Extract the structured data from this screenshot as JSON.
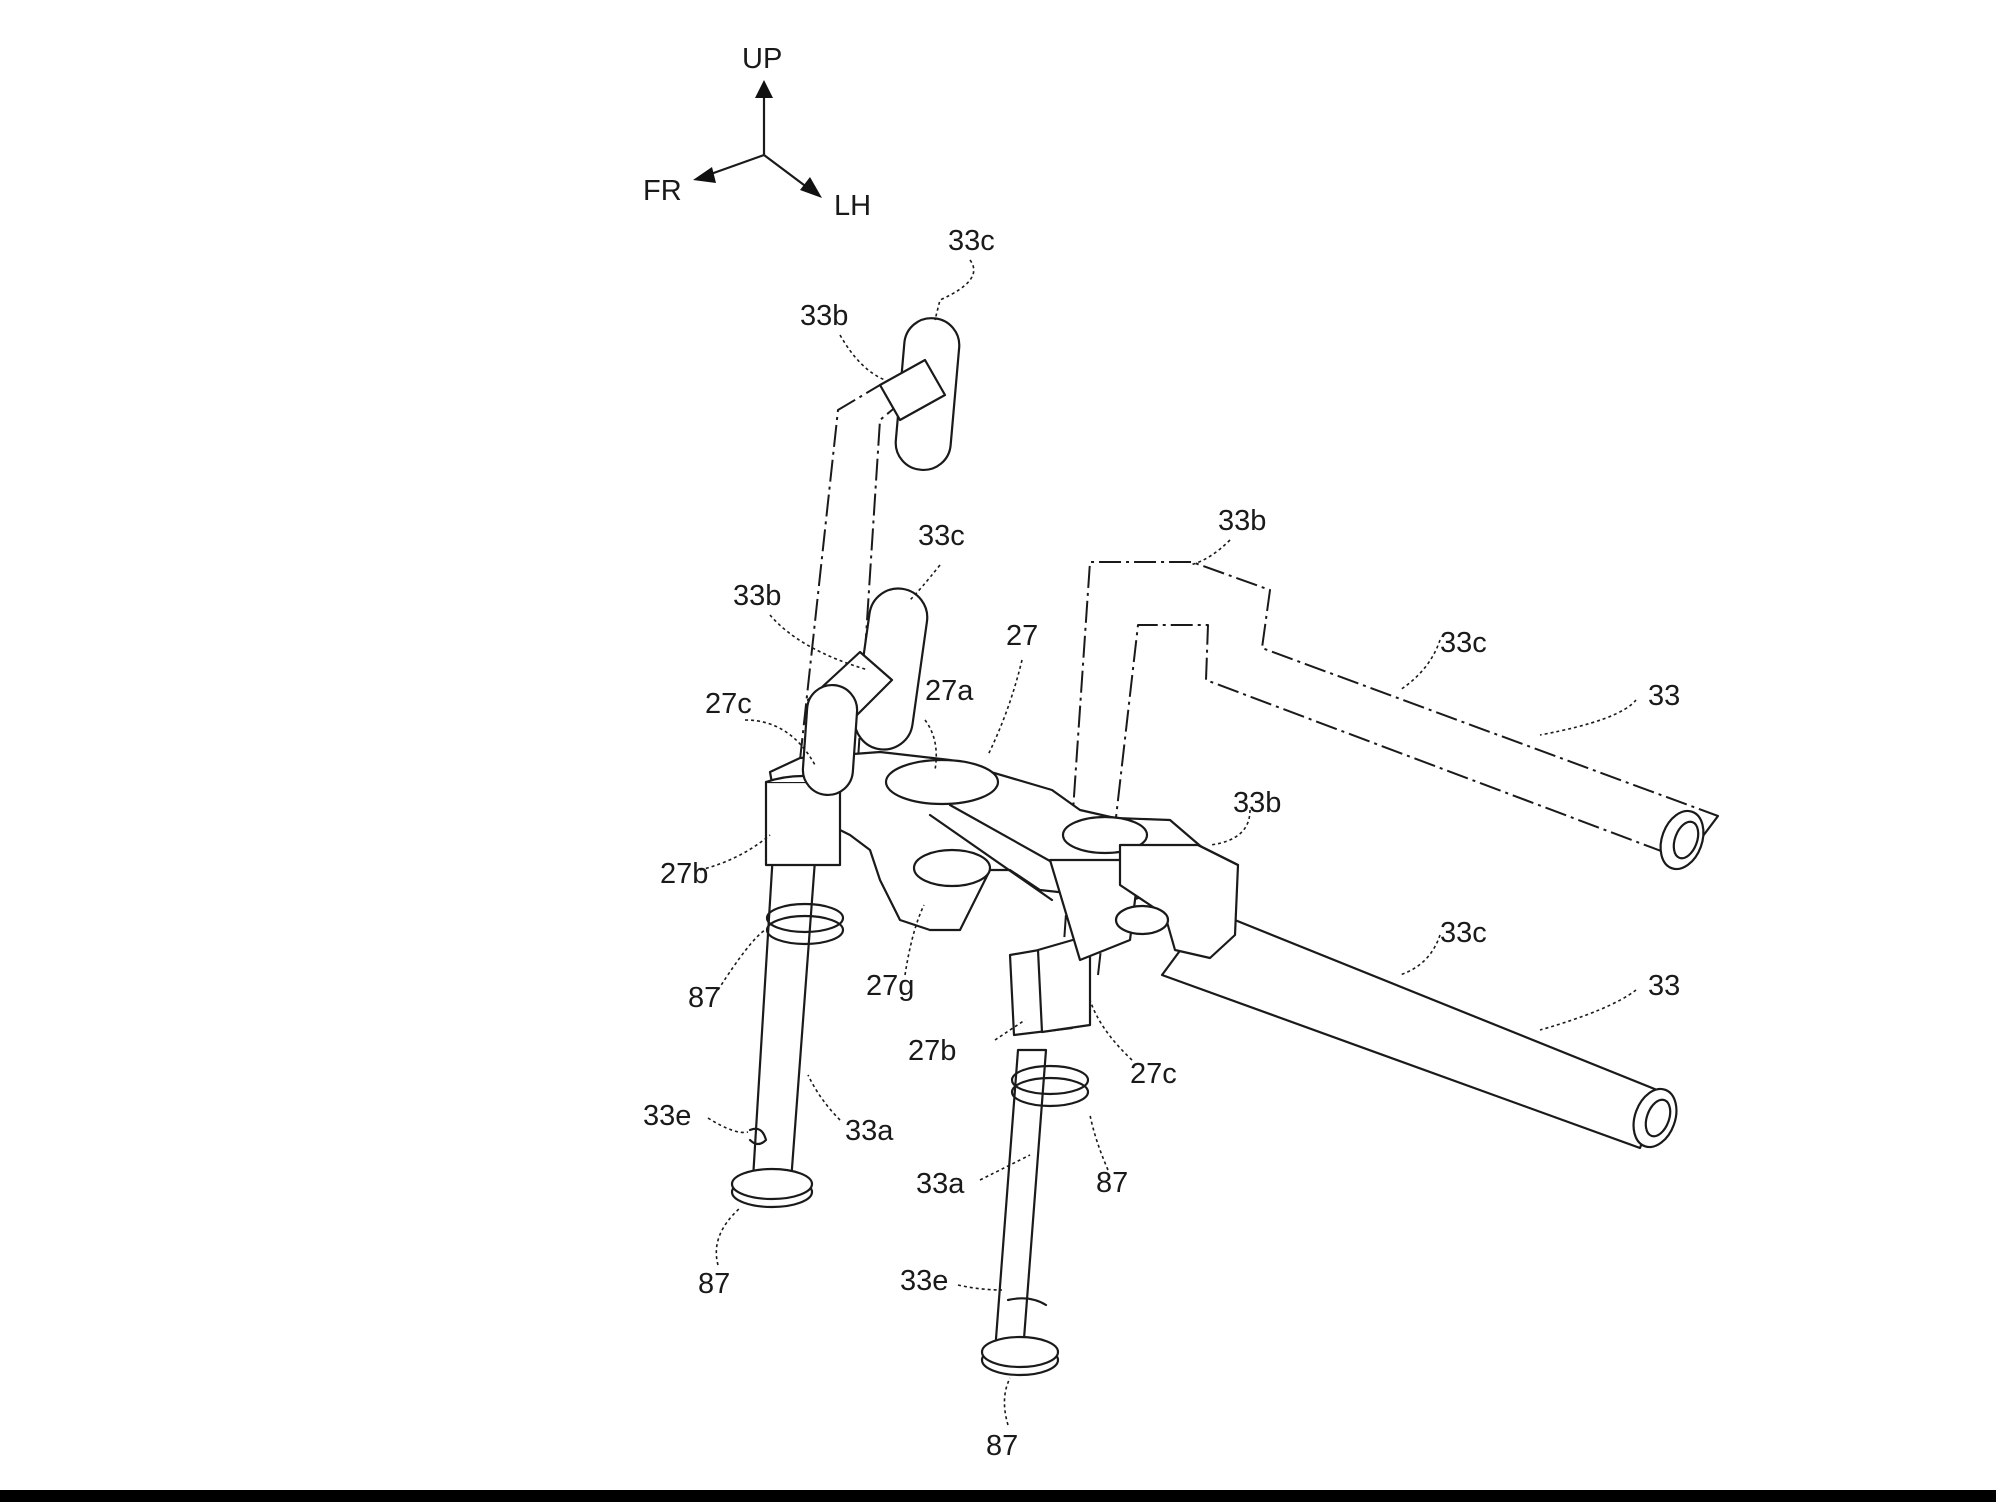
{
  "axes": {
    "up": "UP",
    "front": "FR",
    "left": "LH"
  },
  "labels": {
    "l33c_top": "33c",
    "l33b_top": "33b",
    "l33c_mid": "33c",
    "l33b_mid": "33b",
    "l27": "27",
    "l27a": "27a",
    "l27c_left": "27c",
    "l27b_left": "27b",
    "l87_left_upper": "87",
    "l27g": "27g",
    "l33e_left": "33e",
    "l33a_left": "33a",
    "l87_left_lower": "87",
    "l33b_phantom": "33b",
    "l33c_phantom": "33c",
    "l33_phantom": "33",
    "l33b_right": "33b",
    "l33c_right": "33c",
    "l33_right": "33",
    "l27b_right": "27b",
    "l27c_right": "27c",
    "l33a_right": "33a",
    "l87_right_upper": "87",
    "l33e_right": "33e",
    "l87_right_lower": "87"
  }
}
